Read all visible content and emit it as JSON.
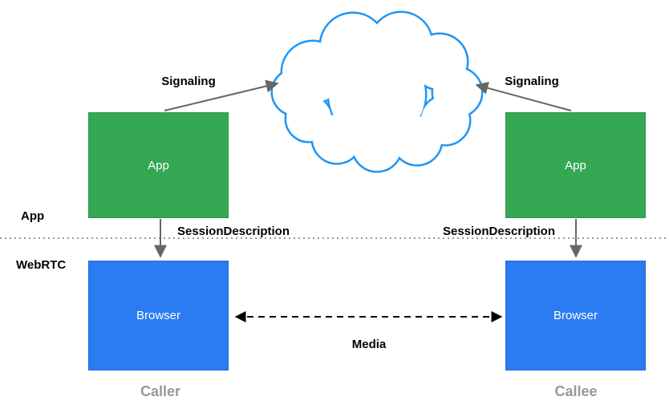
{
  "left": {
    "app_label": "App",
    "browser_label": "Browser",
    "signaling": "Signaling",
    "session": "SessionDescription",
    "role": "Caller"
  },
  "right": {
    "app_label": "App",
    "browser_label": "Browser",
    "signaling": "Signaling",
    "session": "SessionDescription",
    "role": "Callee"
  },
  "layers": {
    "app": "App",
    "webrtc": "WebRTC"
  },
  "media": "Media",
  "colors": {
    "app_box": "#34A853",
    "browser_box": "#2B7BF3",
    "cloud_stroke": "#2196F3",
    "arrow_gray": "#666666",
    "media_arrow": "#000000",
    "role_text": "#999999"
  }
}
